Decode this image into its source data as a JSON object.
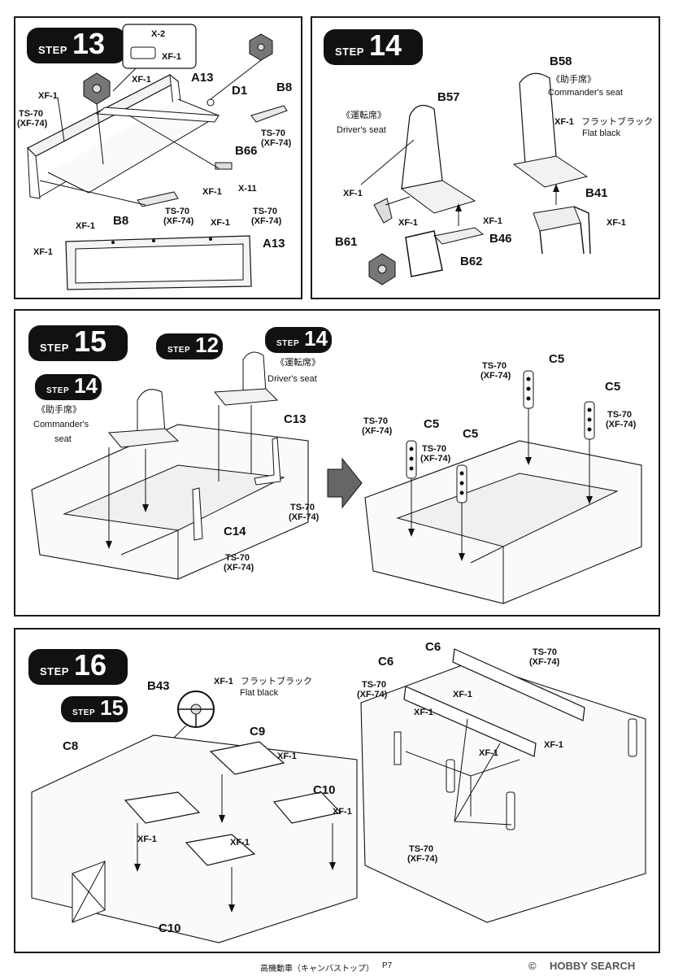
{
  "step_word": "STEP",
  "step13": {
    "number": "13",
    "labels": {
      "x2": "X-2",
      "xf1_box": "XF-1",
      "xf1_a": "XF-1",
      "a13_top": "A13",
      "d1": "D1",
      "b8_top": "B8",
      "xf1_left": "XF-1",
      "ts70_left": "TS-70",
      "xf74_left": "(XF-74)",
      "ts70_b8": "TS-70",
      "xf74_b8": "(XF-74)",
      "b66": "B66",
      "xf1_b66": "XF-1",
      "x11": "X-11",
      "b8_bottom": "B8",
      "ts70_bot": "TS-70",
      "xf74_bot": "(XF-74)",
      "xf1_b": "XF-1",
      "xf1_c": "XF-1",
      "ts70_r": "TS-70",
      "xf74_r": "(XF-74)",
      "xf1_d": "XF-1",
      "a13_bottom": "A13"
    }
  },
  "step14": {
    "number": "14",
    "labels": {
      "b58": "B58",
      "commander_jp": "《助手席》",
      "commander_en": "Commander's seat",
      "xf1_flat": "XF-1",
      "flat_black_jp": "フラットブラック",
      "flat_black_en": "Flat black",
      "b57": "B57",
      "driver_jp": "《運転席》",
      "driver_en": "Driver's seat",
      "xf1_a": "XF-1",
      "xf1_b": "XF-1",
      "xf1_c": "XF-1",
      "b61": "B61",
      "b46": "B46",
      "b62": "B62",
      "b41": "B41",
      "xf1_d": "XF-1"
    }
  },
  "step15": {
    "number": "15",
    "ref12": "12",
    "ref14a": "14",
    "ref14b": "14",
    "labels": {
      "commander_jp": "《助手席》",
      "commander_en1": "Commander's",
      "commander_en2": "seat",
      "driver_jp": "《運転席》",
      "driver_en": "Driver's seat",
      "c13": "C13",
      "ts70_c13": "TS-70",
      "xf74_c13": "(XF-74)",
      "c14": "C14",
      "ts70_c14": "TS-70",
      "xf74_c14": "(XF-74)",
      "c5_a": "C5",
      "ts70_a": "TS-70",
      "xf74_a": "(XF-74)",
      "c5_b": "C5",
      "ts70_b": "TS-70",
      "xf74_b": "(XF-74)",
      "c5_c": "C5",
      "ts70_c": "TS-70",
      "xf74_c": "(XF-74)",
      "c5_d": "C5",
      "ts70_d": "TS-70",
      "xf74_d": "(XF-74)"
    }
  },
  "step16": {
    "number": "16",
    "ref15": "15",
    "labels": {
      "b43": "B43",
      "xf1_flat": "XF-1",
      "flat_black_jp": "フラットブラック",
      "flat_black_en": "Flat black",
      "c8": "C8",
      "c9": "C9",
      "xf1_c9": "XF-1",
      "c10_a": "C10",
      "xf1_c10a": "XF-1",
      "xf1_c8": "XF-1",
      "xf1_mid": "XF-1",
      "c10_b": "C10",
      "c6_a": "C6",
      "c6_b": "C6",
      "ts70_c6": "TS-70",
      "xf74_c6": "(XF-74)",
      "ts70_l": "TS-70",
      "xf74_l": "(XF-74)",
      "xf1_r1": "XF-1",
      "xf1_r2": "XF-1",
      "xf1_r3": "XF-1",
      "xf1_r4": "XF-1",
      "ts70_bot": "TS-70",
      "xf74_bot": "(XF-74)"
    }
  },
  "footer": {
    "title": "高機動車（キャンバストップ）",
    "page": "P7"
  },
  "watermark": {
    "logo_text": "HOBBY SEARCH",
    "copyright": "©"
  }
}
